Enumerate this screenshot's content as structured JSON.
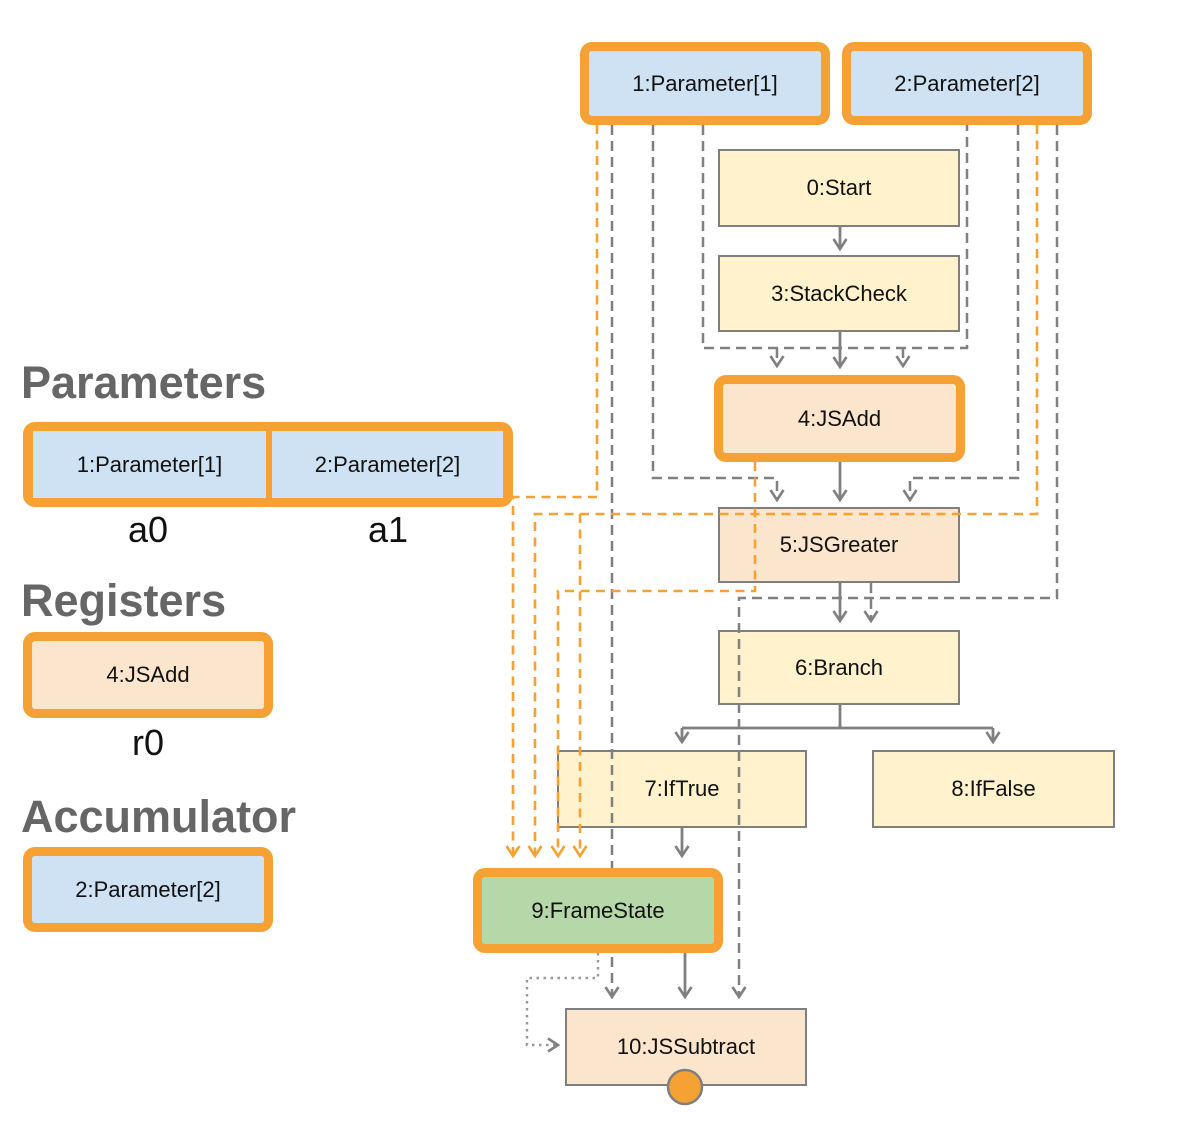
{
  "left_panel": {
    "parameters": {
      "heading": "Parameters",
      "cells": [
        {
          "node": "1:Parameter[1]",
          "register": "a0"
        },
        {
          "node": "2:Parameter[2]",
          "register": "a1"
        }
      ]
    },
    "registers": {
      "heading": "Registers",
      "cells": [
        {
          "node": "4:JSAdd",
          "register": "r0"
        }
      ]
    },
    "accumulator": {
      "heading": "Accumulator",
      "cells": [
        {
          "node": "2:Parameter[2]"
        }
      ]
    }
  },
  "graph": {
    "nodes": [
      {
        "id": "1",
        "label": "1:Parameter[1]",
        "kind": "parameter",
        "highlighted": true
      },
      {
        "id": "2",
        "label": "2:Parameter[2]",
        "kind": "parameter",
        "highlighted": true
      },
      {
        "id": "0",
        "label": "0:Start",
        "kind": "control",
        "highlighted": false
      },
      {
        "id": "3",
        "label": "3:StackCheck",
        "kind": "control",
        "highlighted": false
      },
      {
        "id": "4",
        "label": "4:JSAdd",
        "kind": "operation",
        "highlighted": true
      },
      {
        "id": "5",
        "label": "5:JSGreater",
        "kind": "operation",
        "highlighted": false
      },
      {
        "id": "6",
        "label": "6:Branch",
        "kind": "control",
        "highlighted": false
      },
      {
        "id": "7",
        "label": "7:IfTrue",
        "kind": "control",
        "highlighted": false
      },
      {
        "id": "8",
        "label": "8:IfFalse",
        "kind": "control",
        "highlighted": false
      },
      {
        "id": "9",
        "label": "9:FrameState",
        "kind": "framestate",
        "highlighted": true
      },
      {
        "id": "10",
        "label": "10:JSSubtract",
        "kind": "operation",
        "highlighted": false
      }
    ],
    "edges": [
      {
        "from": "0",
        "to": "3",
        "style": "solid"
      },
      {
        "from": "3",
        "to": "4",
        "style": "solid"
      },
      {
        "from": "1",
        "to": "4",
        "style": "gray-dashed"
      },
      {
        "from": "2",
        "to": "4",
        "style": "gray-dashed"
      },
      {
        "from": "4",
        "to": "5",
        "style": "solid"
      },
      {
        "from": "1",
        "to": "5",
        "style": "gray-dashed"
      },
      {
        "from": "2",
        "to": "5",
        "style": "gray-dashed"
      },
      {
        "from": "5",
        "to": "6",
        "style": "solid"
      },
      {
        "from": "5",
        "to": "6",
        "style": "gray-dashed"
      },
      {
        "from": "6",
        "to": "7",
        "style": "solid"
      },
      {
        "from": "6",
        "to": "8",
        "style": "solid"
      },
      {
        "from": "7",
        "to": "9",
        "style": "solid"
      },
      {
        "from": "1",
        "to": "9",
        "style": "orange-dashed"
      },
      {
        "from": "2",
        "to": "9",
        "style": "orange-dashed"
      },
      {
        "from": "2",
        "to": "9",
        "style": "orange-dashed-accumulator"
      },
      {
        "from": "4",
        "to": "9",
        "style": "orange-dashed"
      },
      {
        "from": "9",
        "to": "10",
        "style": "solid"
      },
      {
        "from": "9",
        "to": "10",
        "style": "dotted"
      },
      {
        "from": "1",
        "to": "10",
        "style": "gray-dashed"
      },
      {
        "from": "2",
        "to": "10",
        "style": "gray-dashed"
      }
    ],
    "output_port_node": "10"
  },
  "palette": {
    "orange": "#F6A133",
    "box_border_gray": "#7F7F7F",
    "line_gray": "#808080",
    "heading_gray": "#666666",
    "blue_fill": "#CFE2F3",
    "yellow_fill": "#FFF2CC",
    "peach_fill": "#FCE5CD",
    "green_fill": "#B6D7A8"
  }
}
